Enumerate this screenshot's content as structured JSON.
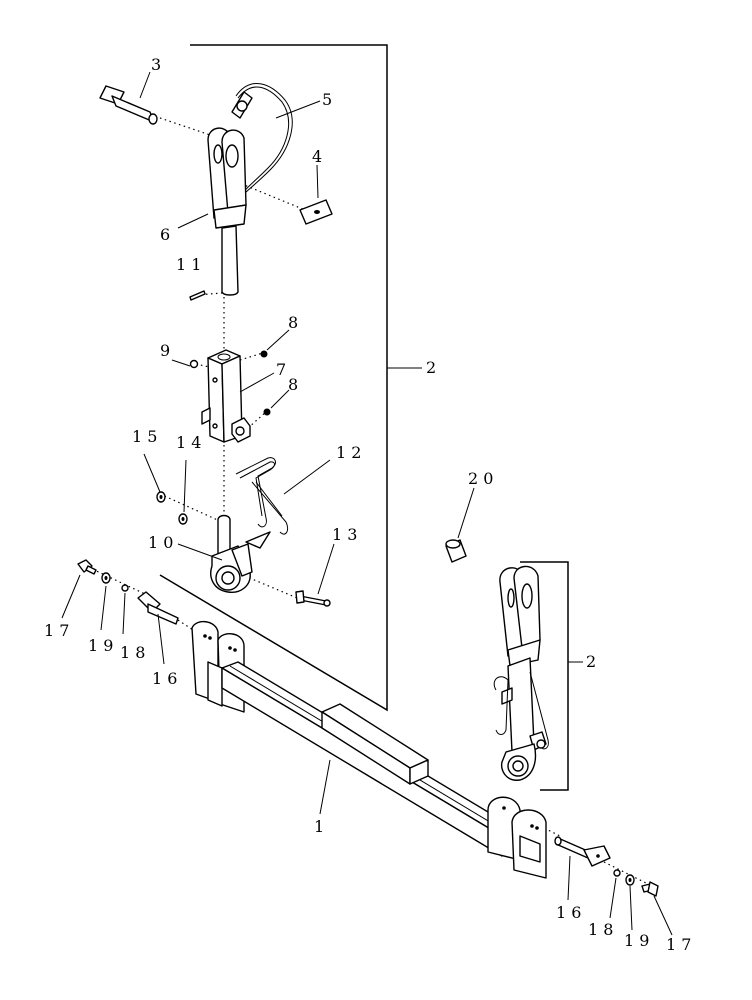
{
  "callouts": {
    "c1": "1",
    "c2_top": "2",
    "c2_side": "2",
    "c3": "3",
    "c4": "4",
    "c5": "5",
    "c6": "6",
    "c7": "7",
    "c8_top": "8",
    "c8_bottom": "8",
    "c9": "9",
    "c10": "1 0",
    "c11": "1 1",
    "c12": "1 2",
    "c13": "1 3",
    "c14": "1 4",
    "c15": "1 5",
    "c16_left": "1 6",
    "c16_right": "1 6",
    "c17_left": "1 7",
    "c17_right": "1 7",
    "c18_left": "1 8",
    "c18_right": "1 8",
    "c19_left": "1 9",
    "c19_right": "1 9",
    "c20": "2 0"
  }
}
